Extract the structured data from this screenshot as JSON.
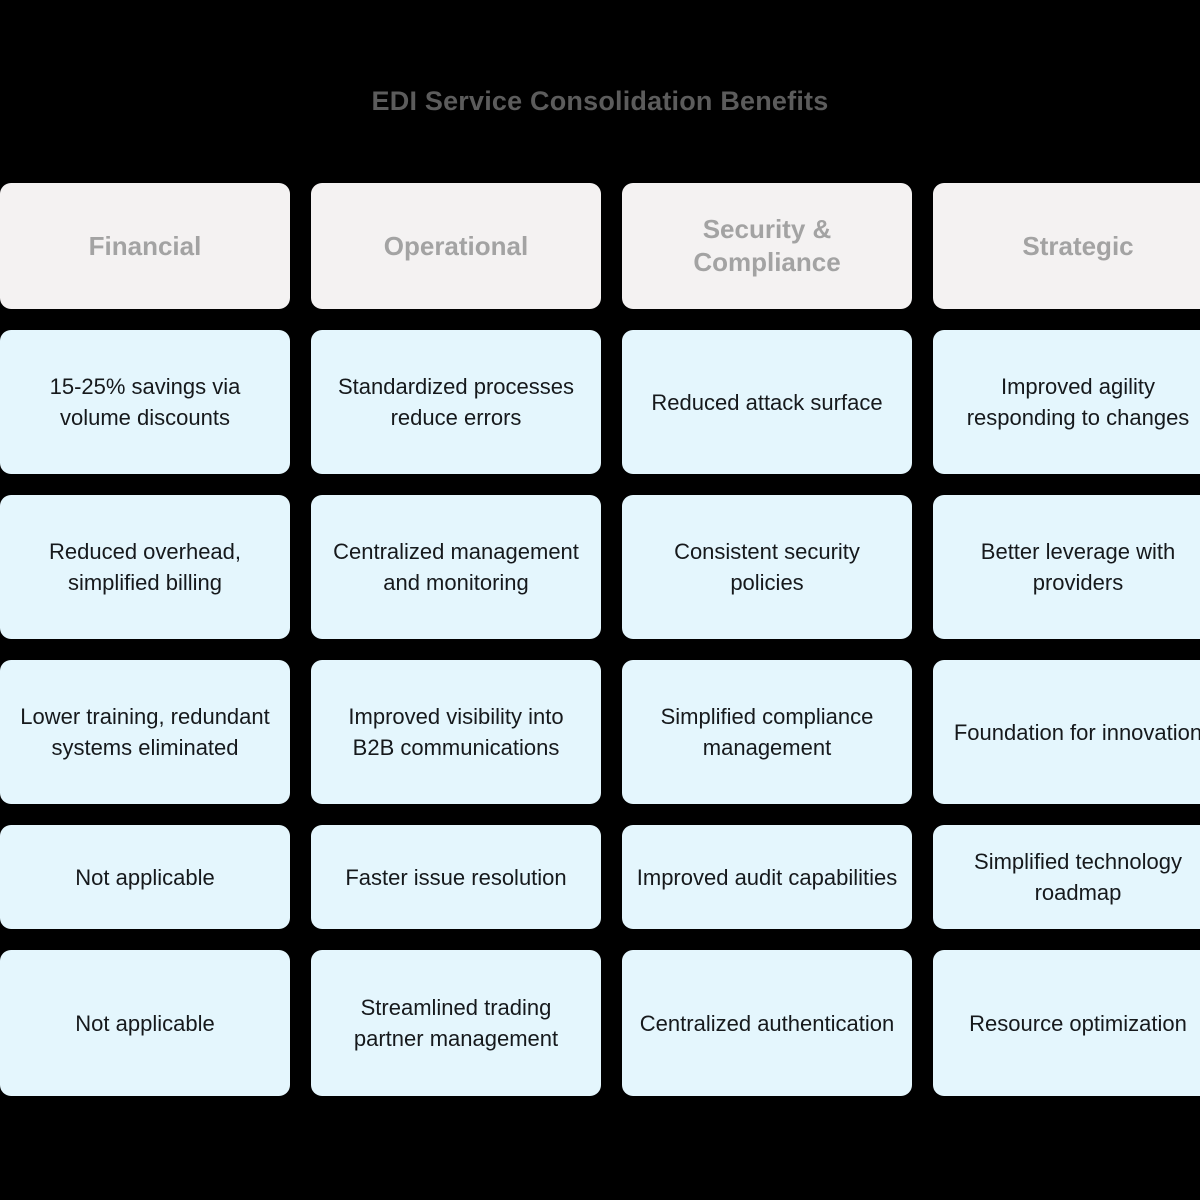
{
  "title": "EDI Service Consolidation Benefits",
  "colors": {
    "background": "#000000",
    "title_text": "#5c5c5c",
    "header_cell_bg": "#f4f2f2",
    "header_cell_text": "#a3a3a3",
    "data_cell_bg": "#e4f6fd",
    "data_cell_text": "#16191c"
  },
  "table": {
    "type": "matrix",
    "columns": [
      {
        "label": "Financial"
      },
      {
        "label": "Operational"
      },
      {
        "label": "Security & Compliance"
      },
      {
        "label": "Strategic"
      }
    ],
    "rows": [
      [
        "15-25% savings via volume discounts",
        "Standardized processes reduce errors",
        "Reduced attack surface",
        "Improved agility responding to changes"
      ],
      [
        "Reduced overhead, simplified billing",
        "Centralized management and monitoring",
        "Consistent security policies",
        "Better leverage with providers"
      ],
      [
        "Lower training, redundant systems eliminated",
        "Improved visibility into B2B communications",
        "Simplified compliance management",
        "Foundation for innovation"
      ],
      [
        "Not applicable",
        "Faster issue resolution",
        "Improved audit capabilities",
        "Simplified technology roadmap"
      ],
      [
        "Not applicable",
        "Streamlined trading partner management",
        "Centralized authentication",
        "Resource optimization"
      ]
    ]
  },
  "chart_data": {
    "type": "table",
    "title": "EDI Service Consolidation Benefits",
    "xlabel": "",
    "ylabel": "",
    "columns": [
      "Financial",
      "Operational",
      "Security & Compliance",
      "Strategic"
    ],
    "rows": [
      [
        "15-25% savings via volume discounts",
        "Standardized processes reduce errors",
        "Reduced attack surface",
        "Improved agility responding to changes"
      ],
      [
        "Reduced overhead, simplified billing",
        "Centralized management and monitoring",
        "Consistent security policies",
        "Better leverage with providers"
      ],
      [
        "Lower training, redundant systems eliminated",
        "Improved visibility into B2B communications",
        "Simplified compliance management",
        "Foundation for innovation"
      ],
      [
        "Not applicable",
        "Faster issue resolution",
        "Improved audit capabilities",
        "Simplified technology roadmap"
      ],
      [
        "Not applicable",
        "Streamlined trading partner management",
        "Centralized authentication",
        "Resource optimization"
      ]
    ]
  }
}
